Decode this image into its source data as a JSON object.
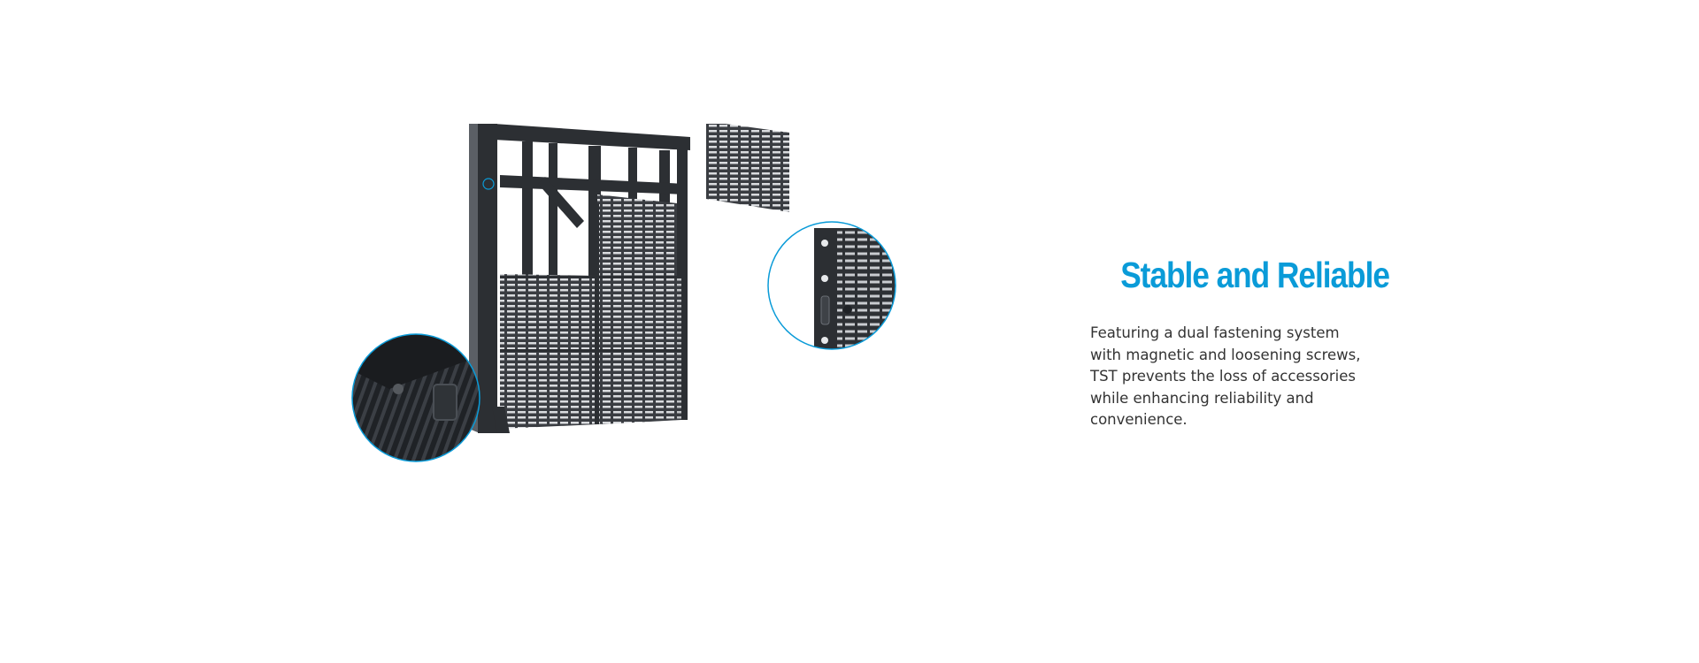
{
  "feature": {
    "title": "Stable and Reliable",
    "description": "Featuring a dual fastening system with magnetic and loosening screws, TST prevents the loss of accessories while enhancing reliability and convenience."
  },
  "colors": {
    "accent": "#0a9bd8",
    "body_text": "#333333",
    "background": "#ffffff",
    "product_frame": "#2c2f33"
  },
  "icons": {
    "product": "led-cabinet-image",
    "zoom_left": "magnet-fastener-closeup",
    "zoom_right": "screw-fastener-closeup"
  }
}
